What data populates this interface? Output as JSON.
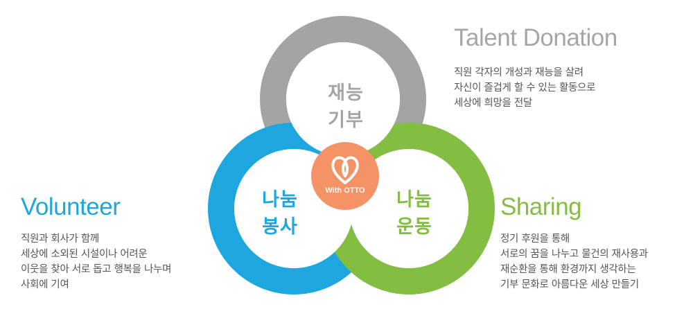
{
  "colors": {
    "talent": "#a3a4a4",
    "volunteer": "#1ea6df",
    "sharing": "#83bd41",
    "center": "#f69366",
    "talent_text": "#a6a6a6",
    "description_text": "#555555"
  },
  "center_badge": {
    "icon": "heart-icon",
    "label": "With OTTO"
  },
  "circles": {
    "talent": {
      "line1": "재능",
      "line2": "기부"
    },
    "volunteer": {
      "line1": "나눔",
      "line2": "봉사"
    },
    "sharing": {
      "line1": "나눔",
      "line2": "운동"
    }
  },
  "blocks": {
    "talent": {
      "title": "Talent Donation",
      "lines": [
        "직원 각자의 개성과 재능을 살려",
        "자신이 즐겁게 할 수 있는 활동으로",
        "세상에 희망을 전달"
      ]
    },
    "volunteer": {
      "title": "Volunteer",
      "lines": [
        "직원과 회사가 함께",
        "세상에 소외된 시설이나 어려운",
        "이웃을 찾아 서로 돕고 행복을 나누며",
        "사회에 기여"
      ]
    },
    "sharing": {
      "title": "Sharing",
      "lines": [
        "정기 후원을 통해",
        "서로의 꿈을 나누고 물건의 재사용과",
        "재순환을 통해 환경까지 생각하는",
        "기부 문화로 아름다운 세상 만들기"
      ]
    }
  }
}
